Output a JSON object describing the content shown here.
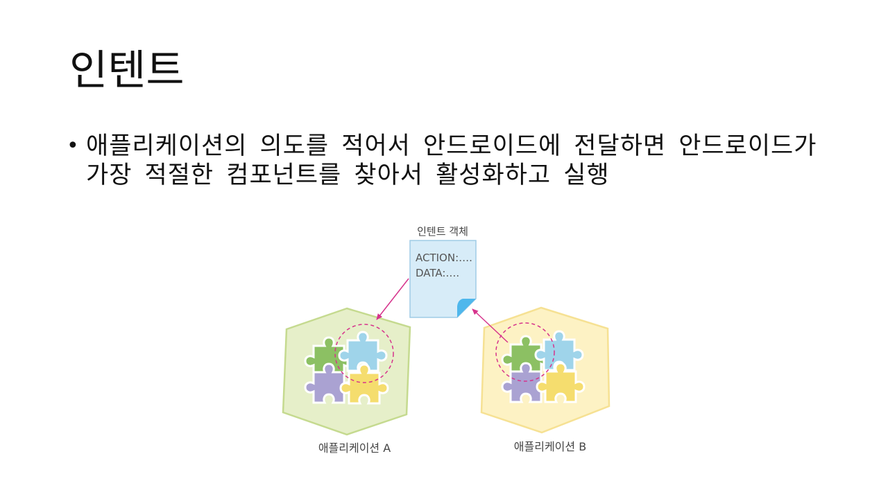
{
  "slide": {
    "title": "인텐트",
    "bullet": "애플리케이션의 의도를 적어서 안드로이드에 전달하면 안드로이드가 가장 적절한 컴포넌트를 찾아서 활성화하고 실행"
  },
  "diagram": {
    "intent_object": {
      "label": "인텐트 객체",
      "line1": "ACTION:….",
      "line2": "DATA:…."
    },
    "app_a": {
      "label": "애플리케이션 A",
      "color": "#e6efc9",
      "border": "#c5da8f"
    },
    "app_b": {
      "label": "애플리케이션 B",
      "color": "#fdf2c4",
      "border": "#f6e193"
    },
    "arrow_color": "#d6338c",
    "puzzle_colors": {
      "green": "#8cc063",
      "blue": "#9fd4ea",
      "purple": "#aaa2d2",
      "yellow": "#f5dd6e"
    }
  }
}
